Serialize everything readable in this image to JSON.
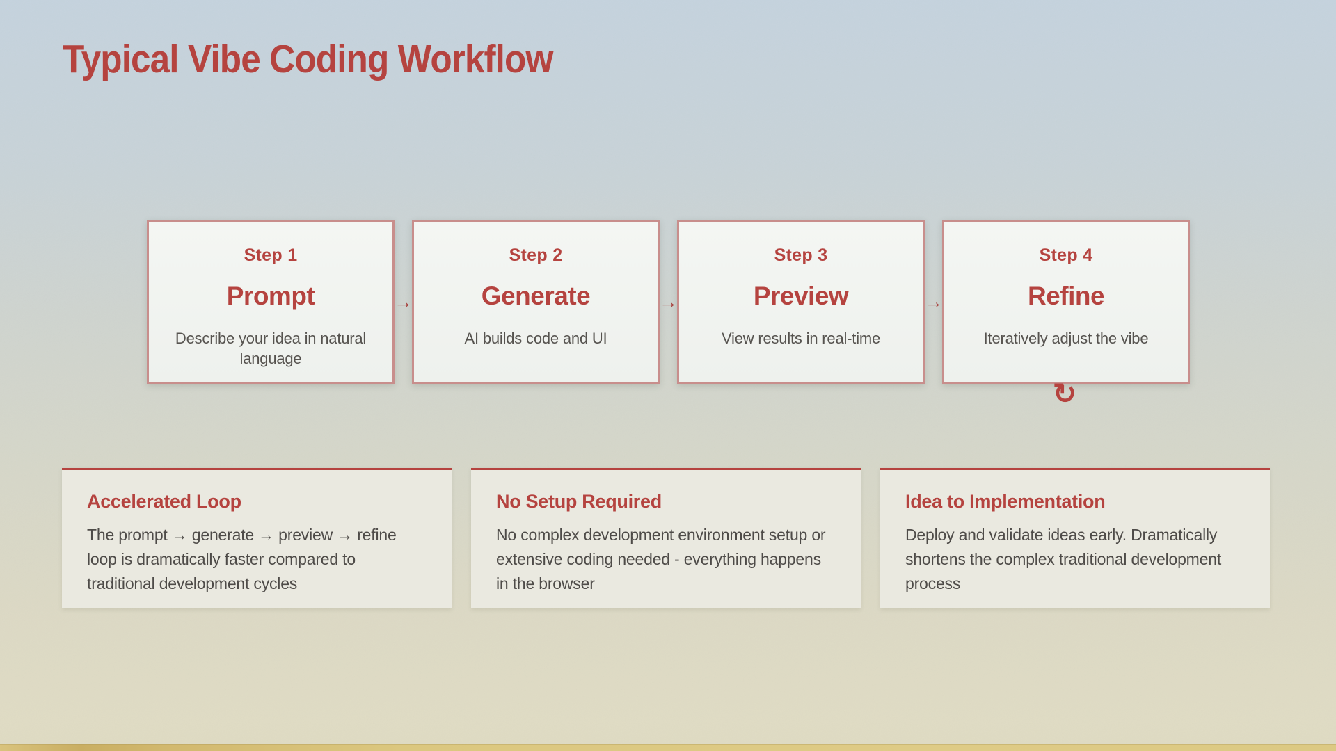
{
  "page": {
    "title": "Typical Vibe Coding Workflow"
  },
  "colors": {
    "accent_red": "#b5433f",
    "box_border_pink": "#c88e8c",
    "body_text_gray": "#4e4b48",
    "background_top_blue": "#c5d3de",
    "background_bottom_tan": "#e0dcc4",
    "bottom_strip_gold": "#d2b96f"
  },
  "workflow": {
    "arrow_glyph": "→",
    "loop_icon_glyph": "↻",
    "steps": [
      {
        "label": "Step 1",
        "title": "Prompt",
        "description": "Describe your idea in natural language"
      },
      {
        "label": "Step 2",
        "title": "Generate",
        "description": "AI builds code and UI"
      },
      {
        "label": "Step 3",
        "title": "Preview",
        "description": "View results in real-time"
      },
      {
        "label": "Step 4",
        "title": "Refine",
        "description": "Iteratively adjust the vibe"
      }
    ]
  },
  "benefits": [
    {
      "title": "Accelerated Loop",
      "description": "The prompt → generate → preview → refine loop is dramatically faster compared to traditional development cycles"
    },
    {
      "title": "No Setup Required",
      "description": "No complex development environment setup or extensive coding needed - everything happens in the browser"
    },
    {
      "title": "Idea to Implementation",
      "description": "Deploy and validate ideas early. Dramatically shortens the complex traditional development process"
    }
  ]
}
